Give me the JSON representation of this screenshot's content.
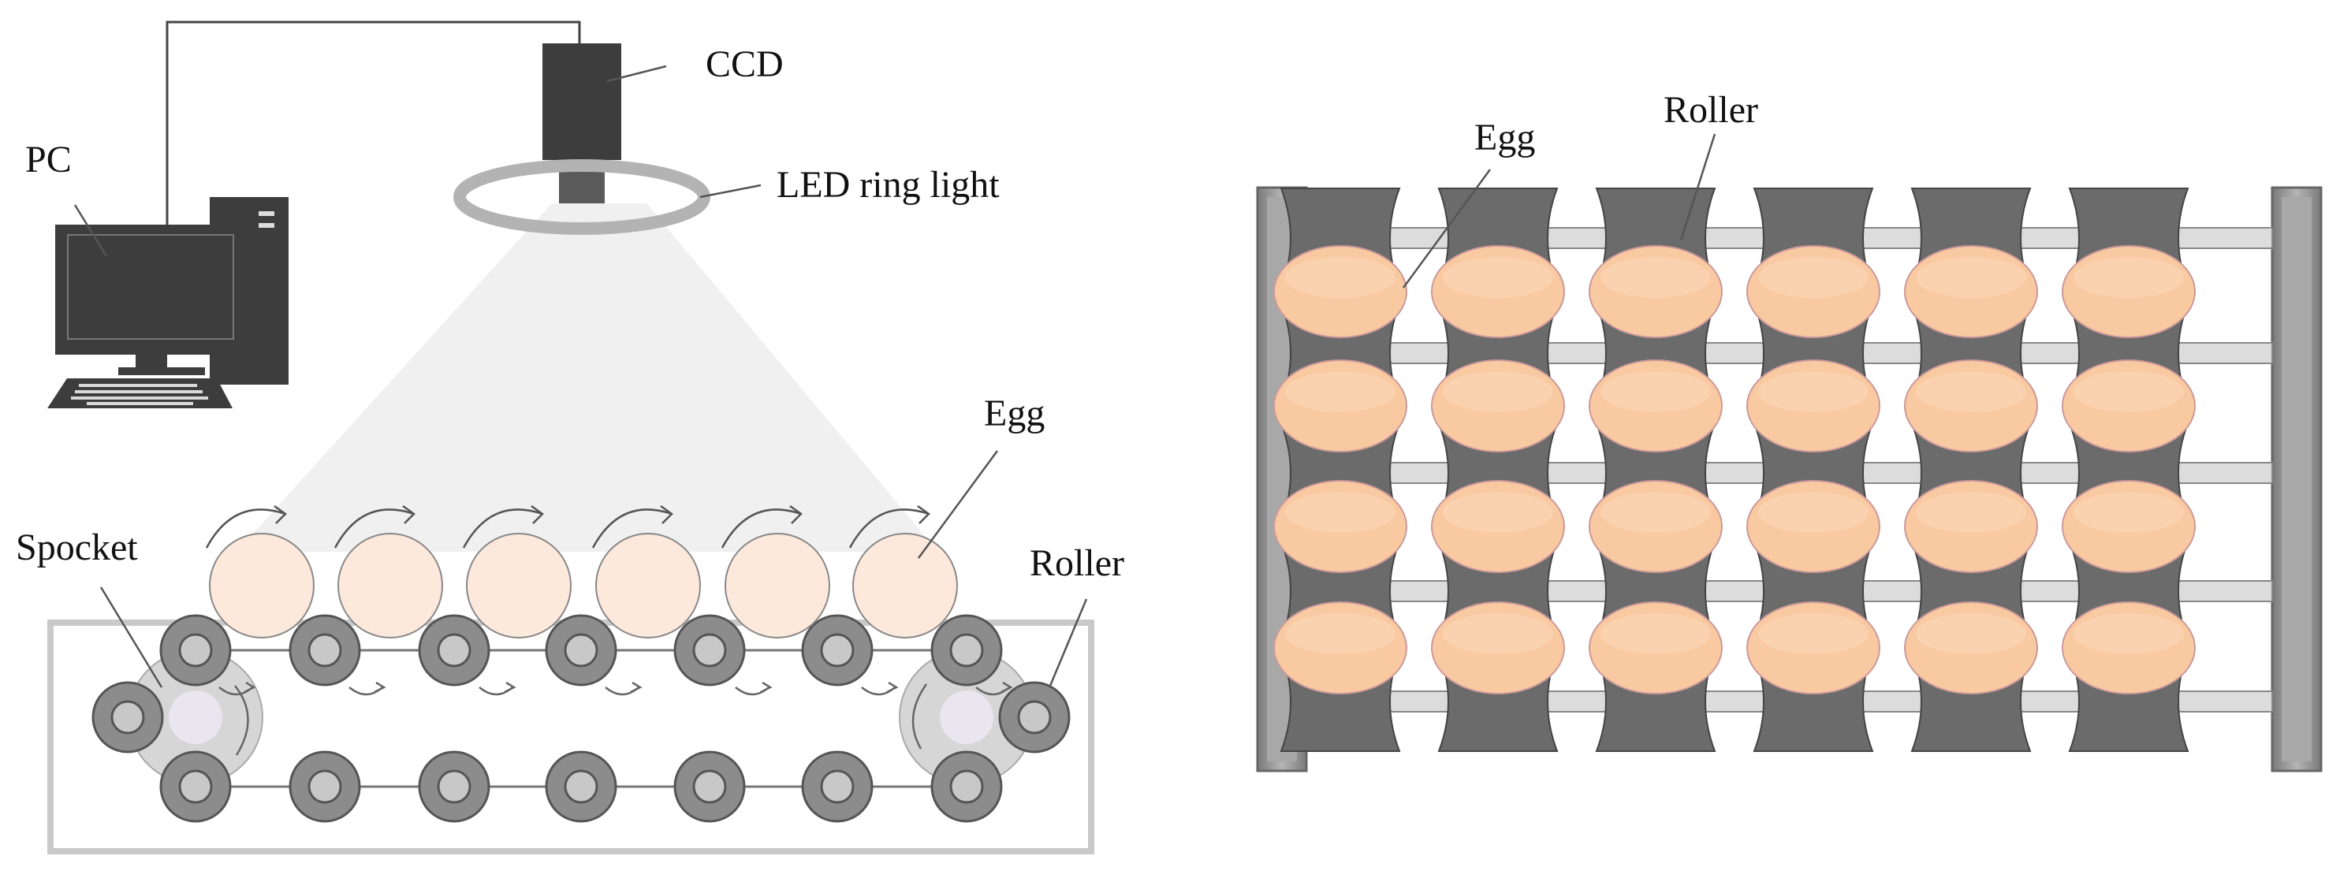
{
  "left_diagram": {
    "labels": {
      "pc": "PC",
      "ccd": "CCD",
      "led": "LED ring light",
      "egg": "Egg",
      "sprocket": "Spocket",
      "roller": "Roller"
    },
    "egg_count": 6
  },
  "right_diagram": {
    "labels": {
      "egg": "Egg",
      "roller": "Roller"
    },
    "egg_rows": 4,
    "egg_cols": 6
  },
  "colors": {
    "egg_side": "#fde9dc",
    "egg_top": "#f9c9a2",
    "roller_dark": "#6b6b6b",
    "roller_mid": "#8c8c8c",
    "roller_light": "#c8c8c8",
    "frame": "#9e9e9e",
    "light_beam": "#f0f0f0",
    "device": "#3d3d3d"
  }
}
